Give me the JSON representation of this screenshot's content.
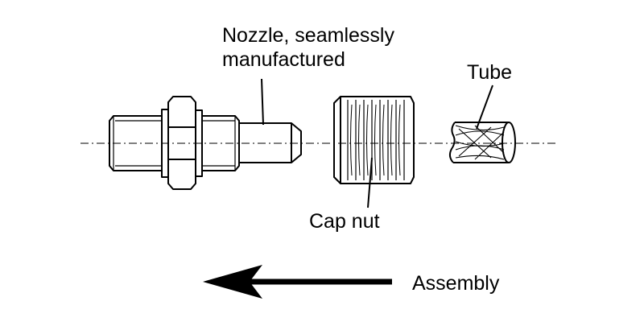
{
  "labels": {
    "nozzle_line1": "Nozzle, seamlessly",
    "nozzle_line2": "manufactured",
    "tube": "Tube",
    "cap_nut": "Cap nut",
    "assembly": "Assembly"
  },
  "colors": {
    "stroke": "#000000",
    "background": "#ffffff"
  }
}
